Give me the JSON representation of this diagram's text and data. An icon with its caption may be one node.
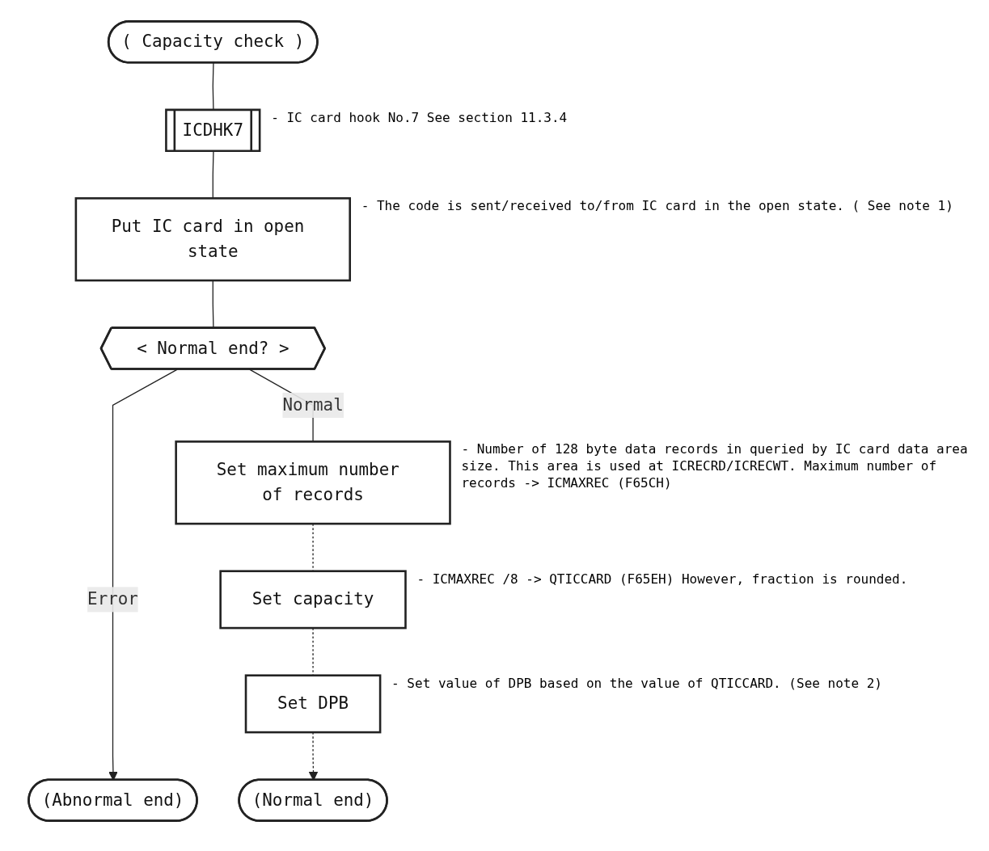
{
  "diagram": {
    "nodes": [
      {
        "text": [
          "( Capacity check )"
        ]
      },
      {
        "text": [
          "ICDHK7"
        ],
        "beside": [
          "- IC card hook No.7 See section 11.3.4"
        ]
      },
      {
        "text": [
          "Put IC card in open state"
        ],
        "beside": [
          "- The code is sent/received to/from IC card in the open state. ( See note 1)"
        ]
      },
      {
        "text": [
          "< Normal end? >"
        ]
      },
      {
        "text": [
          "Set maximum number of records"
        ],
        "beside": [
          "- Number of 128 byte data records in queried by IC card data area size. This area is used at ICRECRD/ICRECWT. Maximum number of records -> ICMAXREC (F65CH)"
        ]
      },
      {
        "text": [
          "Set capacity"
        ],
        "beside": [
          "- ICMAXREC /8 -> QTICCARD (F65EH) However, fraction is rounded."
        ]
      },
      {
        "text": [
          "Set DPB"
        ],
        "beside": [
          "- Set value of DPB based on the value of QTICCARD. (See note 2)"
        ]
      },
      {
        "text": [
          "(Abnormal end)"
        ]
      },
      {
        "text": [
          "(Normal end)"
        ]
      }
    ],
    "edges": [
      {
        "from": 0,
        "to": 1,
        "arrow": "none"
      },
      {
        "from": 1,
        "to": 2,
        "arrow": "none"
      },
      {
        "from": 2,
        "to": 3,
        "arrow": "none"
      },
      {
        "from": 3,
        "to": 7,
        "arrow": "to",
        "label": "Error"
      },
      {
        "from": 3,
        "to": 4,
        "arrow": "none",
        "label": "Normal"
      },
      {
        "from": 4,
        "to": 5,
        "arrow": "none",
        "style": "dashed"
      },
      {
        "from": 5,
        "to": 6,
        "arrow": "none",
        "style": "dashed"
      },
      {
        "from": 6,
        "to": 8,
        "arrow": "to",
        "style": "dashed"
      }
    ]
  }
}
